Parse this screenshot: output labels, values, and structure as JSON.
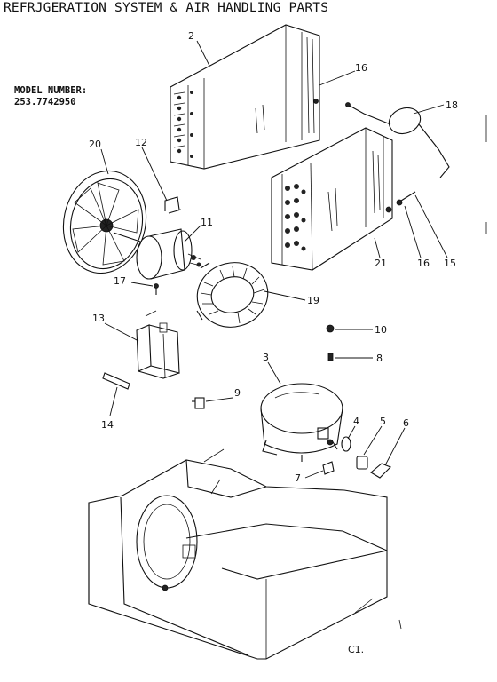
{
  "title": "REFRJGERATION SYSTEM & AIR HANDLING PARTS",
  "model_label": "MODEL NUMBER:",
  "model_number": "253.7742950",
  "diagram_code": "C1.",
  "part_numbers": [
    "2",
    "16",
    "18",
    "20",
    "12",
    "11",
    "21",
    "16",
    "15",
    "17",
    "19",
    "13",
    "10",
    "8",
    "3",
    "9",
    "14",
    "4",
    "5",
    "6",
    "7"
  ]
}
